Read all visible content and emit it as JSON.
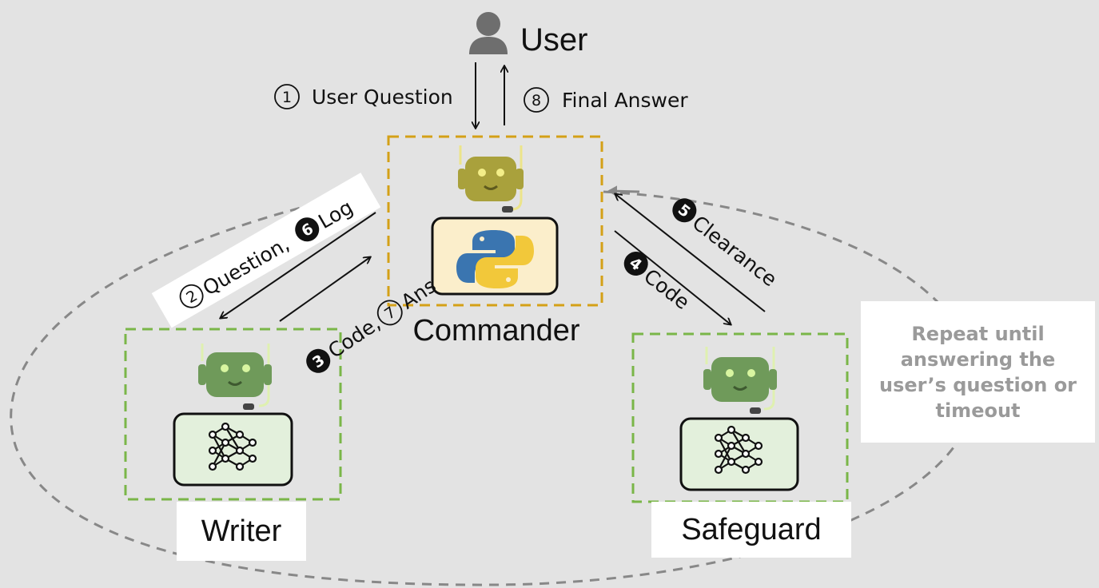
{
  "user": {
    "label": "User",
    "icon": "user-icon"
  },
  "steps": {
    "s1": {
      "number": "1",
      "text": "User Question"
    },
    "s2": {
      "number": "2",
      "text": "Question,"
    },
    "s3": {
      "number": "3",
      "text": "Code,"
    },
    "s4": {
      "number": "4",
      "text": "Code"
    },
    "s5": {
      "number": "5",
      "text": "Clearance"
    },
    "s6": {
      "number": "6",
      "text": "Log"
    },
    "s7": {
      "number": "7",
      "text": "Ans"
    },
    "s8": {
      "number": "8",
      "text": "Final Answer"
    }
  },
  "agents": {
    "commander": {
      "label": "Commander",
      "icon": "python-logo-icon",
      "robot_icon": "robot-icon"
    },
    "writer": {
      "label": "Writer",
      "icon": "neural-network-icon",
      "robot_icon": "robot-icon"
    },
    "safeguard": {
      "label": "Safeguard",
      "icon": "neural-network-icon",
      "robot_icon": "robot-icon"
    }
  },
  "loop_note": {
    "line1": "Repeat until",
    "line2": "answering the",
    "line3": "user’s question or",
    "line4": "timeout"
  },
  "colors": {
    "background": "#e3e3e3",
    "commander_border": "#d4a017",
    "agent_border": "#7ab648",
    "commander_robot": "#a9a13c",
    "agent_robot": "#6f9a5a",
    "panel_commander": "#fbeecb",
    "panel_agent": "#e3f0dc",
    "loop_dash": "#888888"
  }
}
